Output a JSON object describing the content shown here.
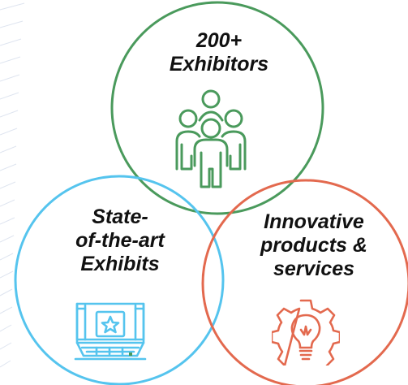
{
  "circles": [
    {
      "id": "exhibitors",
      "color": "#4a9a5c",
      "lines": [
        "200+",
        "Exhibitors"
      ],
      "icon": "people-group-icon"
    },
    {
      "id": "exhibits",
      "color": "#55c4ee",
      "lines": [
        "State-",
        "of-the-art",
        "Exhibits"
      ],
      "icon": "exhibition-stand-icon"
    },
    {
      "id": "innovative",
      "color": "#e3694e",
      "lines": [
        "Innovative",
        "products &",
        "services"
      ],
      "icon": "gear-lightbulb-icon"
    }
  ]
}
